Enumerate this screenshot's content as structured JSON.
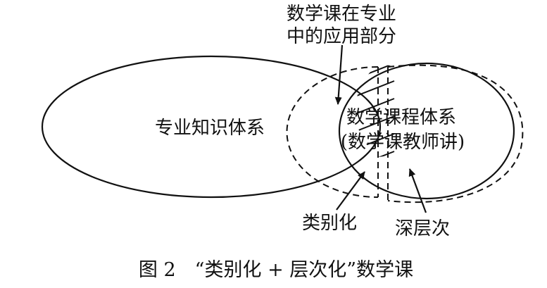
{
  "diagram": {
    "label_application_line1": "数学课在专业",
    "label_application_line2": "中的应用部分",
    "label_professional": "专业知识体系",
    "label_math_line1": "数学课程体系",
    "label_math_line2": "(数学课教师讲)",
    "label_category": "类别化",
    "label_depth": "深层次",
    "caption": "图 2　“类别化 + 层次化”数学课"
  }
}
